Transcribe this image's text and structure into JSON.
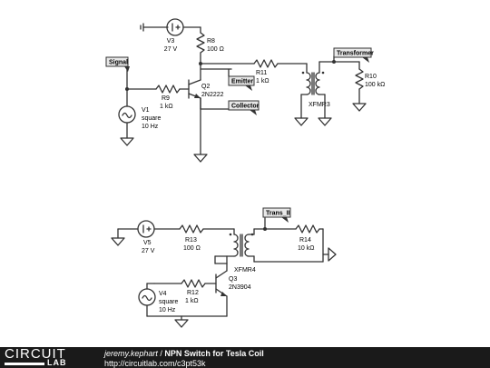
{
  "circuit1": {
    "v3": {
      "name": "V3",
      "value": "27 V",
      "symbol": "I+"
    },
    "r8": {
      "name": "R8",
      "value": "100 Ω"
    },
    "r11": {
      "name": "R11",
      "value": "1 kΩ"
    },
    "r9": {
      "name": "R9",
      "value": "1 kΩ"
    },
    "q2": {
      "name": "Q2",
      "value": "2N2222"
    },
    "v1": {
      "name": "V1",
      "value1": "square",
      "value2": "10 Hz"
    },
    "xfmr3": {
      "name": "XFMR3"
    },
    "r10": {
      "name": "R10",
      "value": "100 kΩ"
    },
    "flags": {
      "signal": "Signal",
      "emitter": "Emitter",
      "collector": "Collector",
      "transformer": "Transformer"
    }
  },
  "circuit2": {
    "v5": {
      "name": "V5",
      "value": "27 V",
      "symbol": "I+"
    },
    "r13": {
      "name": "R13",
      "value": "100 Ω"
    },
    "xfmr4": {
      "name": "XFMR4"
    },
    "r14": {
      "name": "R14",
      "value": "10 kΩ"
    },
    "q3": {
      "name": "Q3",
      "value": "2N3904"
    },
    "r12": {
      "name": "R12",
      "value": "1 kΩ"
    },
    "v4": {
      "name": "V4",
      "value1": "square",
      "value2": "10 Hz"
    },
    "flags": {
      "trans_ii": "Trans_II"
    }
  },
  "footer": {
    "logo_top": "CIRCUIT",
    "logo_bottom": "LAB",
    "author": "jeremy.kephart",
    "separator": " / ",
    "title": "NPN Switch for Tesla Coil",
    "url": "http://circuitlab.com/c3pt53k"
  },
  "colors": {
    "wire": "#333333",
    "footer_bg": "#1a1a1a",
    "flag_bg": "#e8e8e8"
  }
}
